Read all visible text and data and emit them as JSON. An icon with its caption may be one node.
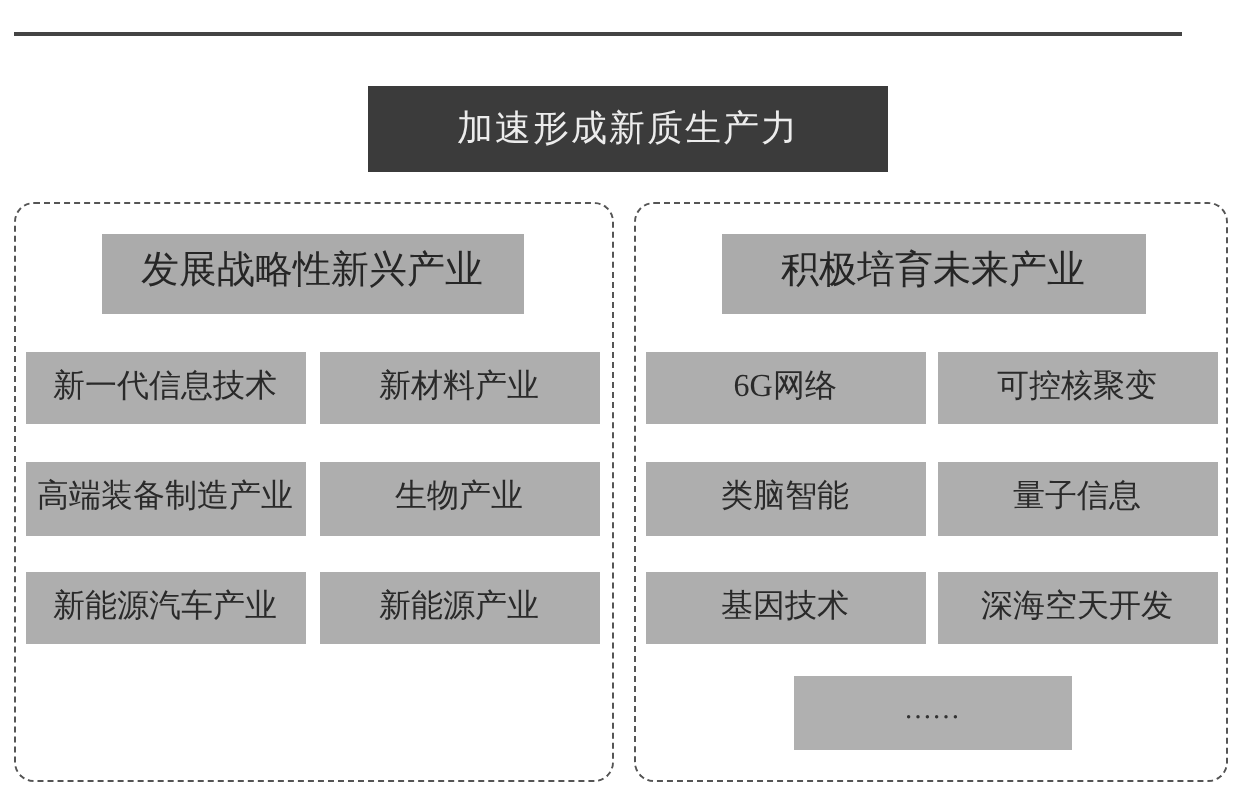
{
  "diagram": {
    "nodes": [
      {
        "text": [
          "加速形成新质生产力"
        ]
      },
      {
        "text": [],
        "shape": "box"
      },
      {
        "text": [
          "发展战略性新兴产业"
        ],
        "in": 1
      },
      {
        "text": [
          "新一代信息技术"
        ],
        "in": 1
      },
      {
        "text": [
          "新材料产业"
        ],
        "in": 1
      },
      {
        "text": [
          "高端装备制造产业"
        ],
        "in": 1
      },
      {
        "text": [
          "生物产业"
        ],
        "in": 1
      },
      {
        "text": [
          "新能源汽车产业"
        ],
        "in": 1
      },
      {
        "text": [
          "新能源产业"
        ],
        "in": 1
      },
      {
        "text": [],
        "shape": "box"
      },
      {
        "text": [
          "积极培育未来产业"
        ],
        "in": 9
      },
      {
        "text": [
          "6G网络"
        ],
        "in": 9
      },
      {
        "text": [
          "可控核聚变"
        ],
        "in": 9
      },
      {
        "text": [
          "类脑智能"
        ],
        "in": 9
      },
      {
        "text": [
          "量子信息"
        ],
        "in": 9
      },
      {
        "text": [
          "基因技术"
        ],
        "in": 9
      },
      {
        "text": [
          "深海空天开发"
        ],
        "in": 9
      },
      {
        "text": [
          "……"
        ],
        "in": 9
      }
    ],
    "edges": []
  }
}
